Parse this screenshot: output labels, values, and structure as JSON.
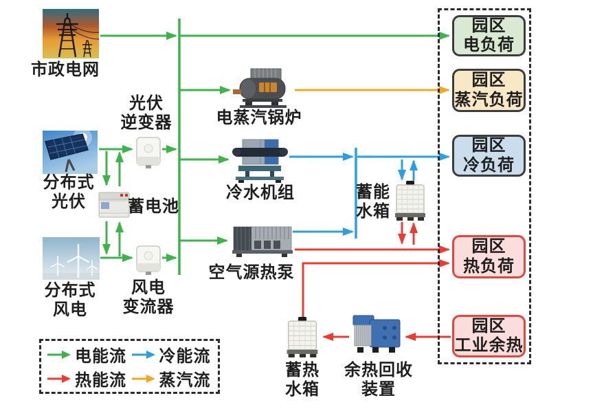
{
  "diagram": {
    "nodes": {
      "grid": {
        "label": "市政电网"
      },
      "pv": {
        "label": "分布式\n光伏"
      },
      "wind": {
        "label": "分布式\n风电"
      },
      "pv_inverter": {
        "label": "光伏\n逆变器"
      },
      "battery": {
        "label": "蓄电池"
      },
      "wind_converter": {
        "label": "风电\n变流器"
      },
      "boiler": {
        "label": "电蒸汽锅炉"
      },
      "chiller": {
        "label": "冷水机组"
      },
      "heat_pump": {
        "label": "空气源热泵"
      },
      "storage_tank": {
        "label": "蓄能\n水箱"
      },
      "heat_tank": {
        "label": "蓄热\n水箱"
      },
      "heat_recovery": {
        "label": "余热回收\n装置"
      }
    },
    "loads": [
      {
        "label": "园区\n电负荷"
      },
      {
        "label": "园区\n蒸汽负荷"
      },
      {
        "label": "园区\n冷负荷"
      },
      {
        "label": "园区\n热负荷"
      },
      {
        "label": "园区\n工业余热"
      }
    ],
    "legend": {
      "items": [
        {
          "label": "电能流",
          "color": "#3cb44a"
        },
        {
          "label": "冷能流",
          "color": "#2b9fe0"
        },
        {
          "label": "热能流",
          "color": "#ed3b30"
        },
        {
          "label": "蒸汽流",
          "color": "#f5a81f"
        }
      ]
    },
    "flow_colors": {
      "electric": "#3cb44a",
      "cooling": "#2b9fe0",
      "heat": "#ed3b30",
      "steam": "#f5a81f"
    }
  }
}
